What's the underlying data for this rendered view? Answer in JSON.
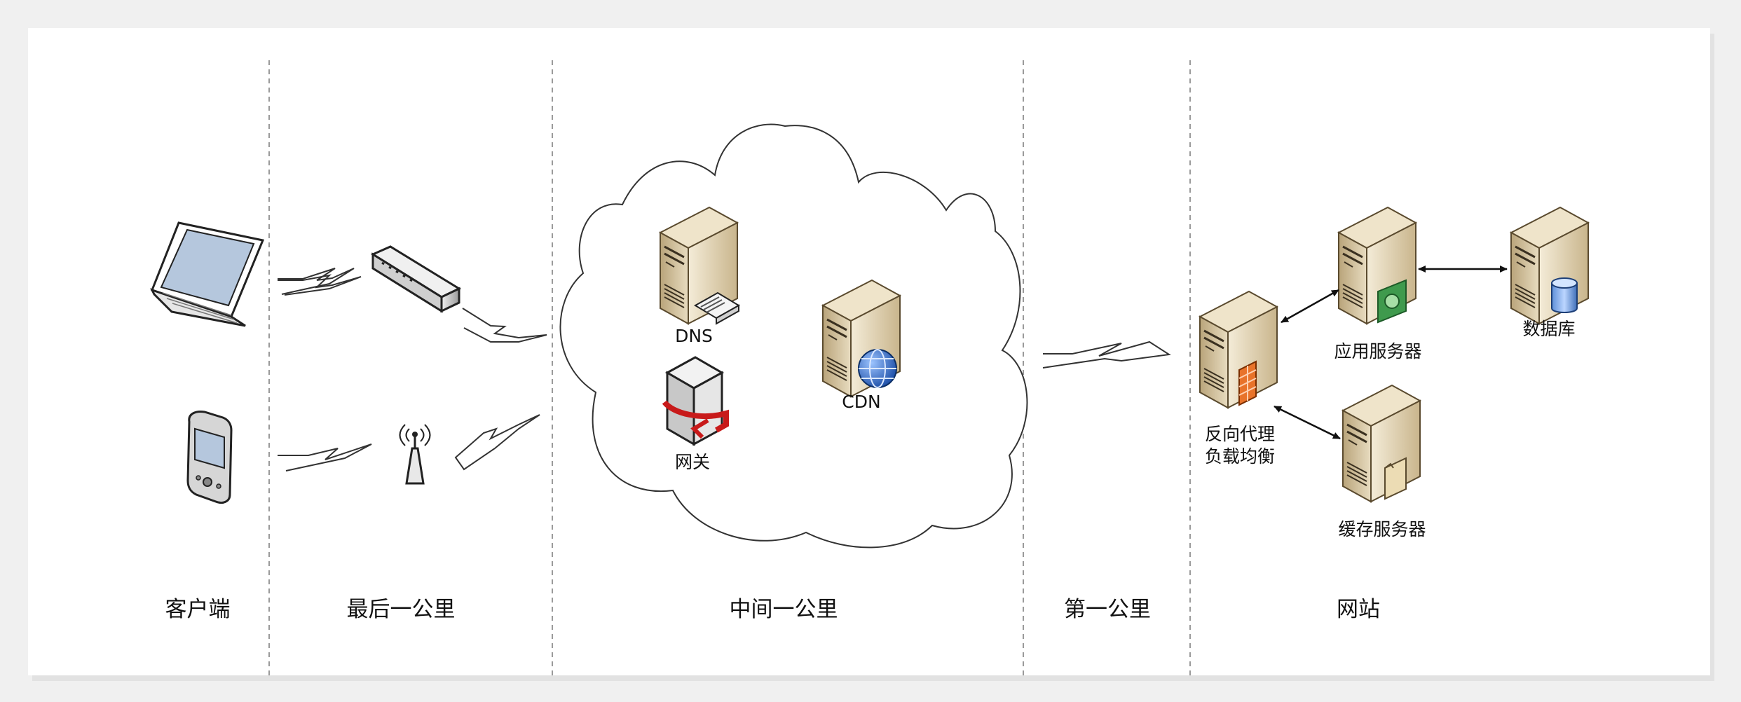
{
  "sections": {
    "client": "客户端",
    "last_mile": "最后一公里",
    "middle_mile": "中间一公里",
    "first_mile": "第一公里",
    "website": "网站"
  },
  "nodes": {
    "dns": "DNS",
    "cdn": "CDN",
    "gateway": "网关",
    "reverse_proxy_line1": "反向代理",
    "reverse_proxy_line2": "负载均衡",
    "app_server": "应用服务器",
    "database": "数据库",
    "cache_server": "缓存服务器"
  },
  "colors": {
    "background": "#f0f0f0",
    "panel": "#ffffff",
    "divider": "#9a9a9a",
    "server_body": "#d9c9a5",
    "link_line": "#333333"
  }
}
